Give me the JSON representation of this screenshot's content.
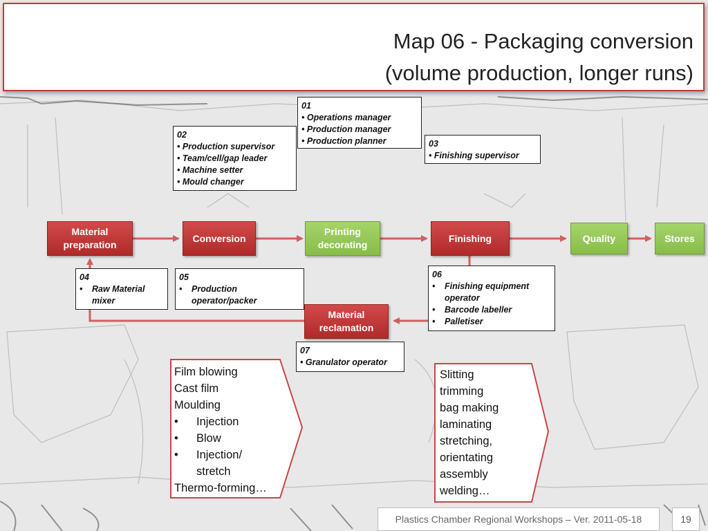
{
  "title": {
    "line1": "Map 06 - Packaging conversion",
    "line2": "(volume production, longer runs)"
  },
  "role_boxes": [
    {
      "number": "01",
      "items": [
        "Operations manager",
        "Production manager",
        "Production planner"
      ]
    },
    {
      "number": "02",
      "items": [
        "Production supervisor",
        "Team/cell/gap leader",
        "Machine setter",
        "Mould changer"
      ]
    },
    {
      "number": "03",
      "items": [
        "Finishing supervisor"
      ]
    },
    {
      "number": "04",
      "items": [
        "Raw Material mixer"
      ]
    },
    {
      "number": "05",
      "items": [
        "Production operator/packer"
      ]
    },
    {
      "number": "06",
      "items": [
        "Finishing equipment operator",
        "Barcode labeller",
        "Palletiser"
      ]
    },
    {
      "number": "07",
      "items": [
        "Granulator operator"
      ]
    }
  ],
  "steps": {
    "material_preparation": "Material preparation",
    "conversion": "Conversion",
    "printing_decorating": "Printing decorating",
    "finishing": "Finishing",
    "quality": "Quality",
    "stores": "Stores",
    "material_reclamation": "Material reclamation"
  },
  "conversion_callout": {
    "lines": [
      "Film blowing",
      "Cast film",
      "Moulding"
    ],
    "bullets": [
      "Injection",
      "Blow",
      "Injection/"
    ],
    "continuation": "stretch",
    "last": "Thermo-forming…"
  },
  "finishing_callout": {
    "lines": [
      "Slitting",
      "trimming",
      "bag making",
      "laminating",
      "stretching,",
      "orientating",
      "assembly",
      "welding…"
    ]
  },
  "footer": {
    "text": "Plastics Chamber Regional Workshops – Ver. 2011-05-18",
    "page_number": "19"
  },
  "colors": {
    "accent_red": "#c33c3c",
    "step_red": "#c03535",
    "step_green": "#94c658",
    "arrow": "#d06060"
  }
}
